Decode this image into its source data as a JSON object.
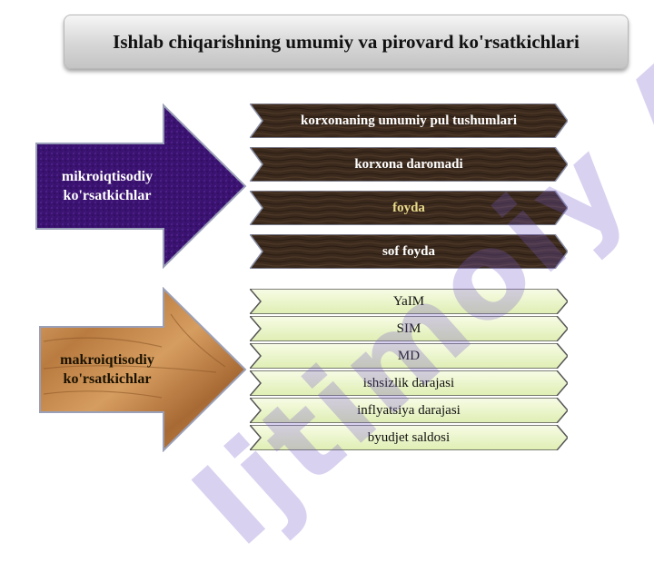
{
  "title": "Ishlab chiqarishning umumiy va pirovard ko'rsatkichlari",
  "micro": {
    "label_line1": "mikroiqtisodiy",
    "label_line2": "ko'rsatkichlar",
    "fill_color": "#3a1270",
    "text_color": "#ffffff",
    "items": [
      {
        "label": "korxonaning umumiy pul tushumlari",
        "color": "#ffffff"
      },
      {
        "label": "korxona daromadi",
        "color": "#ffffff"
      },
      {
        "label": "foyda",
        "color": "#e9d98a"
      },
      {
        "label": "sof foyda",
        "color": "#ffffff"
      }
    ]
  },
  "macro": {
    "label_line1": "makroiqtisodiy",
    "label_line2": "ko'rsatkichlar",
    "fill_color": "#c58a4e",
    "items": [
      {
        "label": "YaIM"
      },
      {
        "label": "SIM"
      },
      {
        "label": "MD"
      },
      {
        "label": "ishsizlik darajasi"
      },
      {
        "label": "inflyatsiya darajasi"
      },
      {
        "label": "byudjet saldosi"
      }
    ]
  },
  "colors": {
    "dark_chevron": "#3b2a1d",
    "light_chevron": "#eef6cf",
    "watermark": "#7a5ac8"
  },
  "watermark": "Ijtimoiy A"
}
